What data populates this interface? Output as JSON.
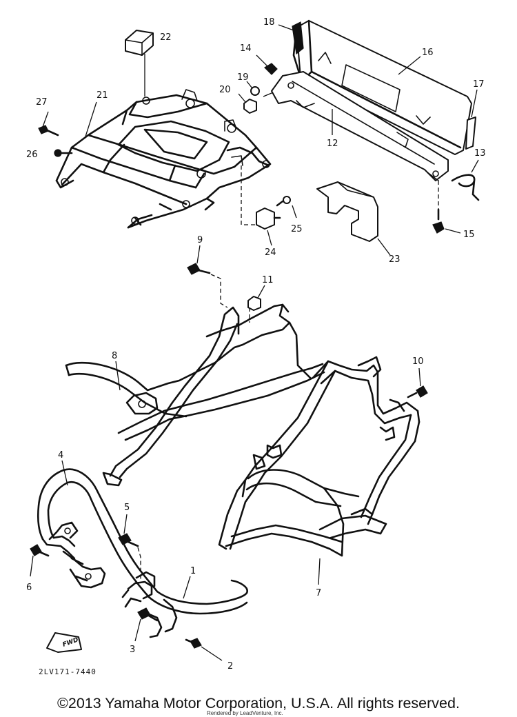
{
  "diagram": {
    "callouts": {
      "c1": "1",
      "c2": "2",
      "c3": "3",
      "c4": "4",
      "c5": "5",
      "c6": "6",
      "c7": "7",
      "c8": "8",
      "c9": "9",
      "c10": "10",
      "c11": "11",
      "c12": "12",
      "c13": "13",
      "c14": "14",
      "c15": "15",
      "c16": "16",
      "c17": "17",
      "c18": "18",
      "c19": "19",
      "c20": "20",
      "c21": "21",
      "c22": "22",
      "c23": "23",
      "c24": "24",
      "c25": "25",
      "c26": "26",
      "c27": "27"
    },
    "drawing_code": "2LV171-7440",
    "fwd_label": "FWD"
  },
  "footer": {
    "copyright": "©2013 Yamaha Motor Corporation, U.S.A. All rights reserved.",
    "rendered_by": "Rendered by LeadVenture, Inc."
  }
}
